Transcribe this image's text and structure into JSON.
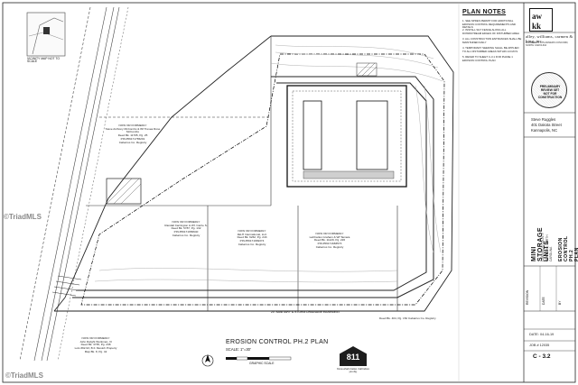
{
  "page": {
    "title": "EROSION CONTROL PH.2 PLAN",
    "scale_text": "SCALE: 1\"=30'",
    "scale_bar_label": "GRAPHIC SCALE"
  },
  "notes": {
    "header": "PLAN NOTES",
    "items": [
      "1. SEE NPDES PERMIT FOR ADDITIONAL EROSION CONTROL REQUIREMENTS AND DETAILS",
      "2. INSTALL SILT FENCE ALONG ALL DOWNSTREAM EDGES OF DISTURBED AREA",
      "3. ALL CONSTRUCTION ENTRANCES SHALL BE MAINTAINED DAILY",
      "4. TEMPORARY SEEDING SHALL BE APPLIED TO ALL DISTURBED AREAS WITHIN 14 DAYS",
      "5. REFER TO SHEET C-3.1 FOR PHASE 1 EROSION CONTROL PLAN"
    ]
  },
  "firm": {
    "logo_line1": "aw",
    "logo_line2": "kk",
    "name": "alley, williams, carmen & king, inc.",
    "sub": "ENGINEERS & PLANNERS CONCORD, NORTH CAROLINA"
  },
  "stamp": {
    "line1": "PRELIMINARY",
    "line2": "REVIEW SET",
    "line3": "NOT FOR CONSTRUCTION"
  },
  "client": {
    "name": "Steve Ruggles",
    "address": "401 Dakota Street",
    "city": "Kannapolis, NC"
  },
  "project": {
    "title": "MINI STORAGE UNITS",
    "location": "CABARRUS COUNTY",
    "city": "CONCORD, NORTH CAROLINA",
    "sheet_title": "EROSION CONTROL PH.2 PLAN"
  },
  "meta": {
    "date_label": "DATE:",
    "date": "04-16-19",
    "job_label": "JOB #",
    "job": "12035",
    "sheet": "C - 3.2",
    "revision_label": "REVISION",
    "date_col": "DATE",
    "by_col": "BY"
  },
  "onecall": {
    "number": "811",
    "caption": "Know what's below. Call before you dig."
  },
  "parcels": [
    {
      "owner": "NOW OR FORMERLY",
      "name": "Steve Anthony McCombs & Wf Tresea Rose McCombs",
      "deed": "Deed Bk. 11705, Pg. 25",
      "pin": "PIN #56171765201",
      "registry": "Cabarrus Co. Registry"
    },
    {
      "owner": "NOW OR FORMERLY",
      "name": "Randall Carrington & Wf. Carrie S.",
      "deed": "Deed Bk. 5787, Pg. 132",
      "pin": "PIN #56171656640",
      "registry": "Cabarrus Co. Registry"
    },
    {
      "owner": "NOW OR FORMERLY",
      "name": "JELH International, LLC",
      "deed": "Deed Bk. 6262, Pg. 243",
      "pin": "PIN #56171669374",
      "registry": "Cabarrus Co. Registry"
    },
    {
      "owner": "NOW OR FORMERLY",
      "name": "LaCharles Graham & Wf Tamara",
      "deed": "Deed Bk. 11129, Pg. 226",
      "pin": "PIN #56171683573",
      "registry": "Cabarrus Co. Registry"
    },
    {
      "owner": "NOW OR FORMERLY",
      "name": "John Dwight Workman, III",
      "deed": "Deed Bk. 3735, Pg. 238",
      "pin": "Lots #92-93, B.F. Mesloh Property",
      "registry": "Map Bk. 8, Pg. 42"
    },
    {
      "owner": "",
      "name": "",
      "deed": "Deed Bk. 404, Pg. 152",
      "pin": "Cabarrus Co. Registry",
      "registry": ""
    }
  ],
  "easement_text": "20' SANITARY & STORM DRAINAGE EASEMENT",
  "watermark_left": "©TriadMLS",
  "watermark_right": "©TriadMLS",
  "vicinity": {
    "label": "VICINITY MAP NOT TO SCALE"
  }
}
